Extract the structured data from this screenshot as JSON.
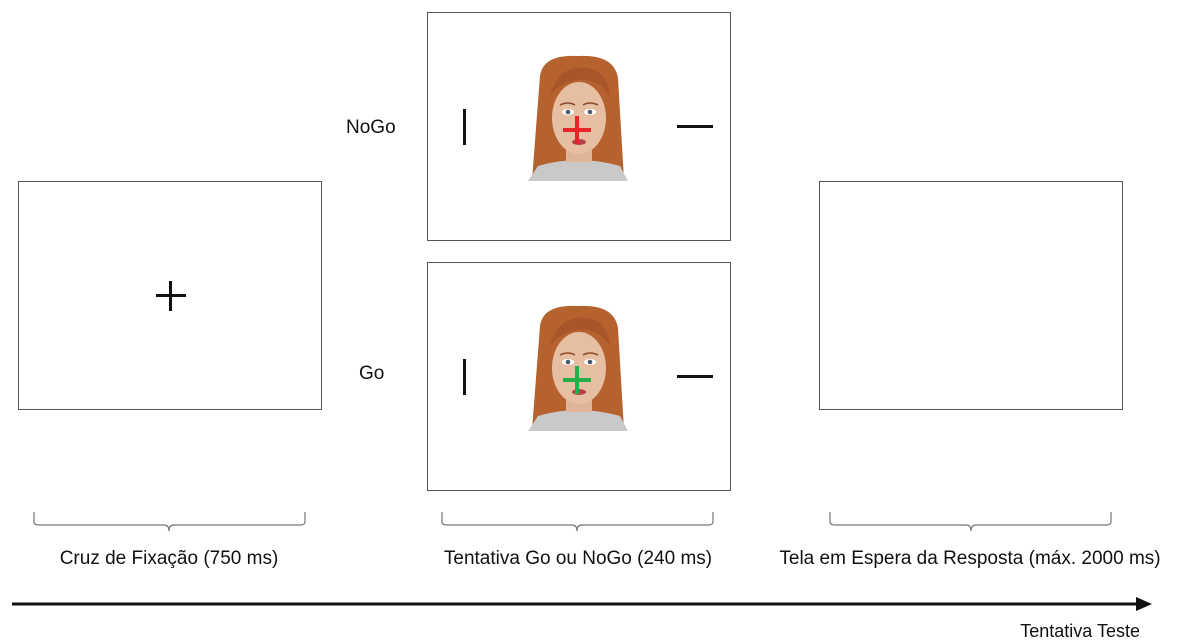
{
  "conditions": {
    "nogo_label": "NoGo",
    "go_label": "Go"
  },
  "phases": {
    "fixation_label": "Cruz de Fixação (750 ms)",
    "trial_label": "Tentativa Go ou NoGo (240 ms)",
    "response_label": "Tela em Espera da Resposta (máx. 2000 ms)"
  },
  "timeline": {
    "label": "Tentativa Teste"
  },
  "colors": {
    "nogo_cross": "#e8232a",
    "go_cross": "#22b04b",
    "hair": "#b5622e",
    "skin": "#e6bfa3",
    "shirt": "#c9c9c9"
  }
}
